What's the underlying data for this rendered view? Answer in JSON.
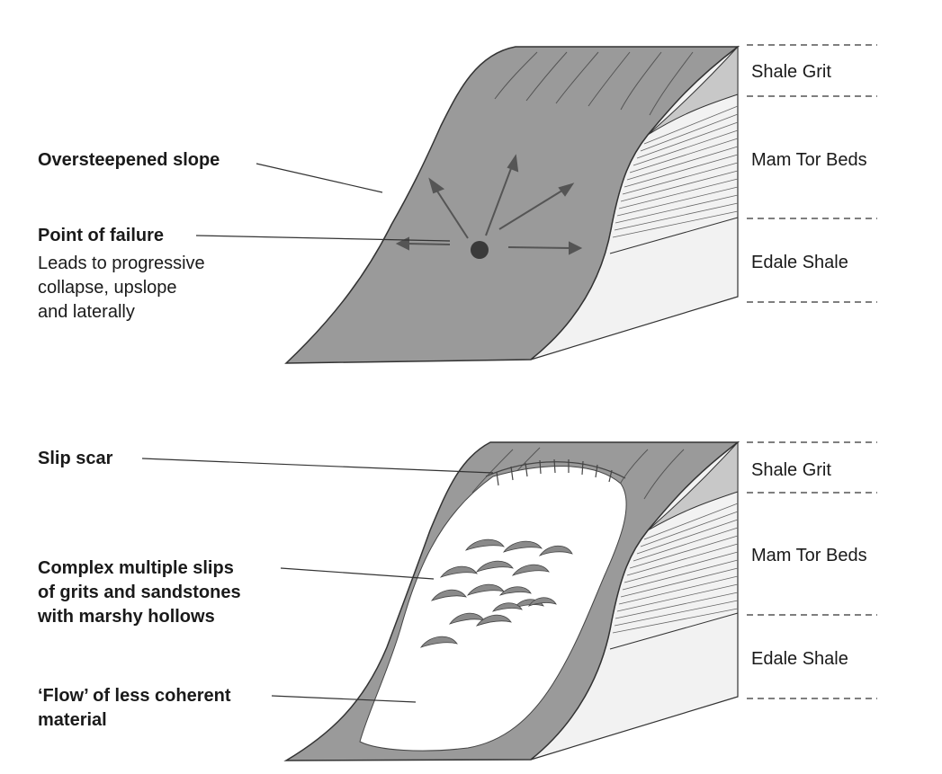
{
  "top_panel": {
    "labels": {
      "oversteepened": "Oversteepened slope",
      "point_of_failure": "Point of failure",
      "failure_desc_1": "Leads to progressive",
      "failure_desc_2": "collapse, upslope",
      "failure_desc_3": "and laterally"
    },
    "strata": [
      "Shale Grit",
      "Mam Tor Beds",
      "Edale Shale"
    ]
  },
  "bottom_panel": {
    "labels": {
      "slip_scar": "Slip scar",
      "complex_1": "Complex multiple slips",
      "complex_2": "of grits and sandstones",
      "complex_3": "with marshy hollows",
      "flow_1": "‘Flow’ of less coherent",
      "flow_2": "material"
    },
    "strata": [
      "Shale Grit",
      "Mam Tor Beds",
      "Edale Shale"
    ]
  },
  "colors": {
    "slope_fill": "#9a9a9a",
    "cap_fill": "#c8c8c8",
    "line": "#333333",
    "failure_dot": "#3a3a3a"
  }
}
